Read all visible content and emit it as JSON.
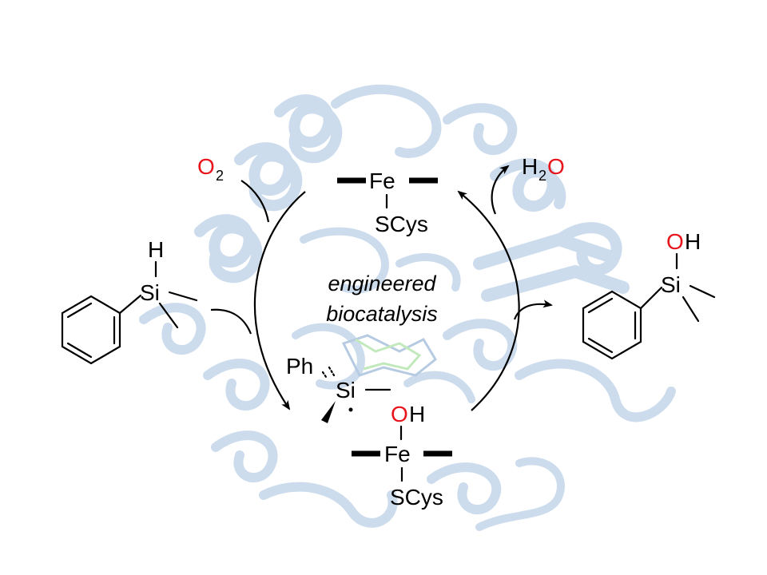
{
  "diagram": {
    "center_label_line1": "engineered",
    "center_label_line2": "biocatalysis",
    "o2": {
      "base": "O",
      "sub": "2"
    },
    "h2o": {
      "h": "H",
      "sub": "2",
      "o": "O"
    },
    "heme_top": {
      "metal": "Fe",
      "ligand": "SCys"
    },
    "heme_bottom": {
      "metal": "Fe",
      "ligand": "SCys",
      "oh_o": "O",
      "oh_h": "H"
    },
    "substrate": {
      "h": "H",
      "si": "Si"
    },
    "intermediate": {
      "ph": "Ph",
      "si": "Si"
    },
    "product": {
      "oh_o": "O",
      "oh_h": "H",
      "si": "Si"
    },
    "colors": {
      "oxygen": "#e8141c",
      "text": "#000000",
      "protein": "#c4d6ea"
    }
  }
}
